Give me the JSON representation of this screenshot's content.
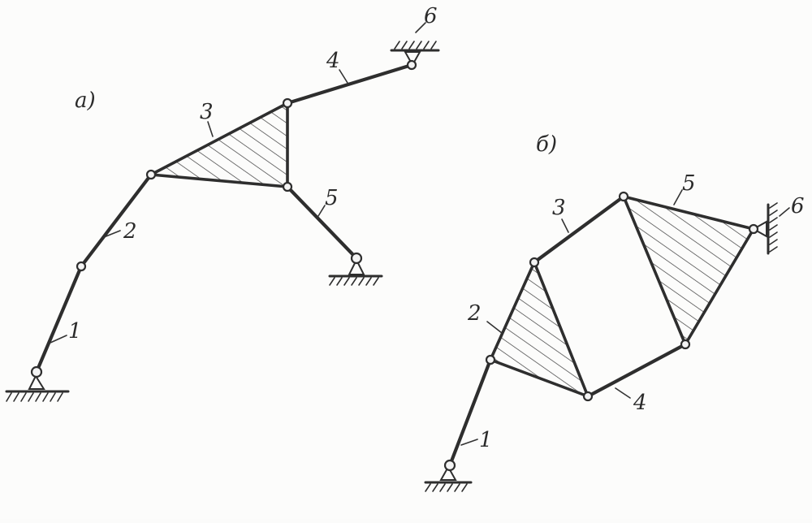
{
  "diagrams": [
    {
      "label": "а)",
      "links": [
        "1",
        "2",
        "3",
        "4",
        "5",
        "6"
      ]
    },
    {
      "label": "б)",
      "links": [
        "1",
        "2",
        "3",
        "4",
        "5",
        "6"
      ]
    }
  ]
}
